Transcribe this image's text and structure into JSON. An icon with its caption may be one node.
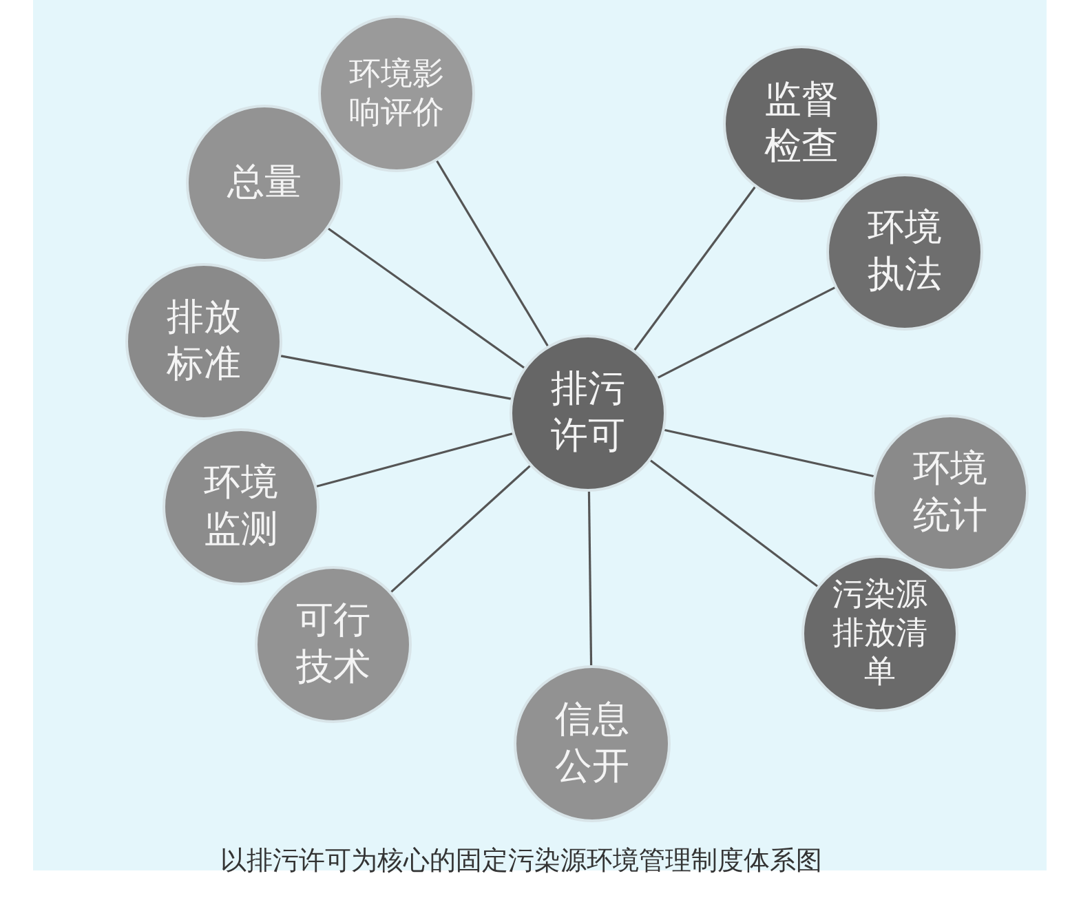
{
  "diagram": {
    "caption": "以排污许可为核心的固定污染源环境管理制度体系图",
    "nodes": [
      {
        "text": [
          "排污许可"
        ]
      },
      {
        "text": [
          "环境影响评价"
        ]
      },
      {
        "text": [
          "总量"
        ]
      },
      {
        "text": [
          "排放标准"
        ]
      },
      {
        "text": [
          "环境监测"
        ]
      },
      {
        "text": [
          "可行技术"
        ]
      },
      {
        "text": [
          "信息公开"
        ]
      },
      {
        "text": [
          "监督检查"
        ]
      },
      {
        "text": [
          "环境执法"
        ]
      },
      {
        "text": [
          "环境统计"
        ]
      },
      {
        "text": [
          "污染源排放清单"
        ]
      }
    ],
    "edges": [
      {
        "from": 0,
        "to": 1,
        "arrow": "none"
      },
      {
        "from": 0,
        "to": 2,
        "arrow": "none"
      },
      {
        "from": 0,
        "to": 3,
        "arrow": "none"
      },
      {
        "from": 0,
        "to": 4,
        "arrow": "none"
      },
      {
        "from": 0,
        "to": 5,
        "arrow": "none"
      },
      {
        "from": 0,
        "to": 6,
        "arrow": "none"
      },
      {
        "from": 0,
        "to": 7,
        "arrow": "none"
      },
      {
        "from": 0,
        "to": 8,
        "arrow": "none"
      },
      {
        "from": 0,
        "to": 9,
        "arrow": "none"
      },
      {
        "from": 0,
        "to": 10,
        "arrow": "none"
      }
    ]
  }
}
